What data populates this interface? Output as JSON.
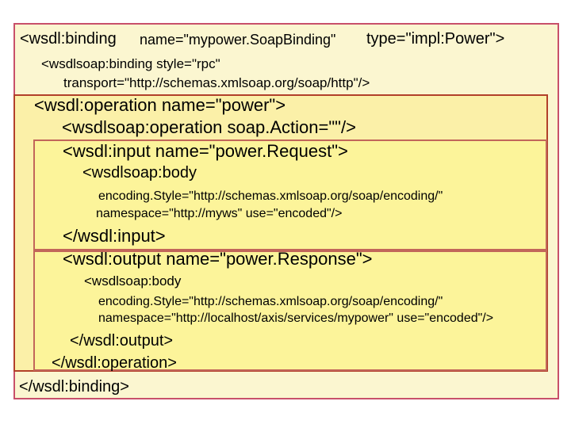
{
  "code": {
    "binding_open_tag": "<wsdl:binding",
    "binding_name_attr": "name=\"mypower.SoapBinding\"",
    "binding_type_attr": "type=\"impl:Power\">",
    "soap_binding_line1": "<wsdlsoap:binding style=\"rpc\"",
    "soap_binding_line2": "transport=\"http://schemas.xmlsoap.org/soap/http\"/>",
    "operation_open": "<wsdl:operation name=\"power\">",
    "soap_operation": "<wsdlsoap:operation soap.Action=\"\"/>",
    "input_open": "<wsdl:input name=\"power.Request\">",
    "input_body_open": "<wsdlsoap:body",
    "input_body_encoding": "encoding.Style=\"http://schemas.xmlsoap.org/soap/encoding/\"",
    "input_body_namespace": "namespace=\"http://myws\" use=\"encoded\"/>",
    "input_close": "</wsdl:input>",
    "output_open": "<wsdl:output name=\"power.Response\">",
    "output_body_open": "<wsdlsoap:body",
    "output_body_encoding": "encoding.Style=\"http://schemas.xmlsoap.org/soap/encoding/\"",
    "output_body_namespace": "namespace=\"http://localhost/axis/services/mypower\" use=\"encoded\"/>",
    "output_close": "</wsdl:output>",
    "operation_close": "</wsdl:operation>",
    "binding_close": "</wsdl:binding>"
  },
  "colors": {
    "outer_fill": "#fbf6d0",
    "outer_border": "#c8506a",
    "operation_fill": "#fbf0a8",
    "operation_border": "#b2402a",
    "message_fill": "#fcf49a",
    "message_border": "#c2665a"
  }
}
